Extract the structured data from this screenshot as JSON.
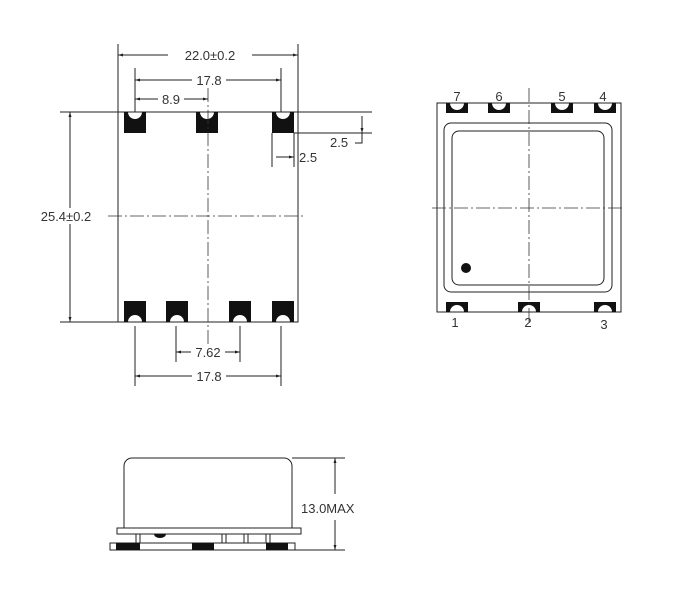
{
  "top_view": {
    "width_dim": "22.0±0.2",
    "outer_pitch_top": "17.8",
    "half_pitch": "8.9",
    "height_dim": "25.4±0.2",
    "pad_height": "2.5",
    "pad_width": "2.5",
    "bottom_pitch": "7.62",
    "outer_pitch_bottom": "17.8"
  },
  "pin_view": {
    "pins_top": [
      "7",
      "6",
      "5",
      "4"
    ],
    "pins_bottom": [
      "1",
      "2",
      "3"
    ]
  },
  "side_view": {
    "height_dim": "13.0MAX"
  }
}
